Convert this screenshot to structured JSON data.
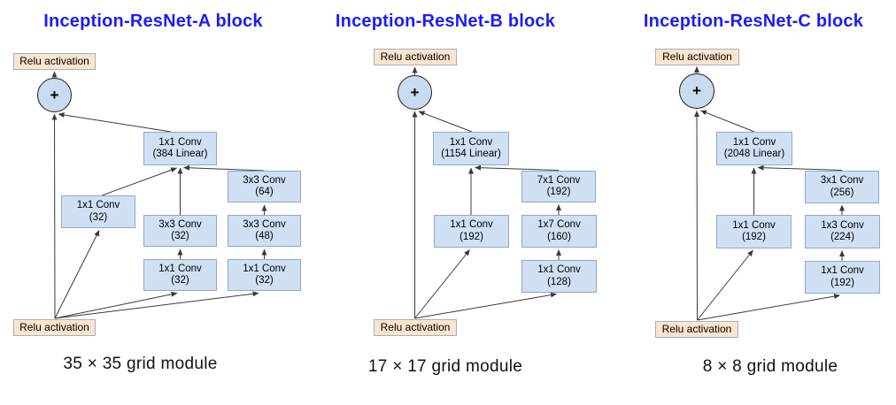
{
  "colors": {
    "title-blue": "#1b1bff",
    "conv-fill": "#cfe0f3",
    "conv-border": "#8fa8c8",
    "relu-fill": "#fce5cd",
    "relu-border": "#9fb0c4",
    "circle-fill": "#c9dbf0",
    "line": "#3a3a3a"
  },
  "diagrams": [
    {
      "title": "Inception-ResNet-A block",
      "caption": "35 × 35 grid module",
      "relu_top": "Relu activation",
      "relu_bottom": "Relu activation",
      "add_symbol": "+",
      "nodes": {
        "linear": {
          "l1": "1x1 Conv",
          "l2": "(384 Linear)"
        },
        "left": {
          "l1": "1x1 Conv",
          "l2": "(32)"
        },
        "mid": {
          "l1": "3x3 Conv",
          "l2": "(32)"
        },
        "mid_bottom": {
          "l1": "1x1 Conv",
          "l2": "(32)"
        },
        "right_top": {
          "l1": "3x3 Conv",
          "l2": "(64)"
        },
        "right_mid": {
          "l1": "3x3 Conv",
          "l2": "(48)"
        },
        "right_bottom": {
          "l1": "1x1 Conv",
          "l2": "(32)"
        }
      }
    },
    {
      "title": "Inception-ResNet-B block",
      "caption": "17 × 17 grid module",
      "relu_top": "Relu activation",
      "relu_bottom": "Relu activation",
      "add_symbol": "+",
      "nodes": {
        "linear": {
          "l1": "1x1 Conv",
          "l2": "(1154 Linear)"
        },
        "left": {
          "l1": "1x1 Conv",
          "l2": "(192)"
        },
        "right_top": {
          "l1": "7x1 Conv",
          "l2": "(192)"
        },
        "right_mid": {
          "l1": "1x7 Conv",
          "l2": "(160)"
        },
        "right_bottom": {
          "l1": "1x1 Conv",
          "l2": "(128)"
        }
      }
    },
    {
      "title": "Inception-ResNet-C block",
      "caption": "8 × 8 grid module",
      "relu_top": "Relu activation",
      "relu_bottom": "Relu activation",
      "add_symbol": "+",
      "nodes": {
        "linear": {
          "l1": "1x1 Conv",
          "l2": "(2048 Linear)"
        },
        "left": {
          "l1": "1x1 Conv",
          "l2": "(192)"
        },
        "right_top": {
          "l1": "3x1 Conv",
          "l2": "(256)"
        },
        "right_mid": {
          "l1": "1x3 Conv",
          "l2": "(224)"
        },
        "right_bottom": {
          "l1": "1x1 Conv",
          "l2": "(192)"
        }
      }
    }
  ]
}
